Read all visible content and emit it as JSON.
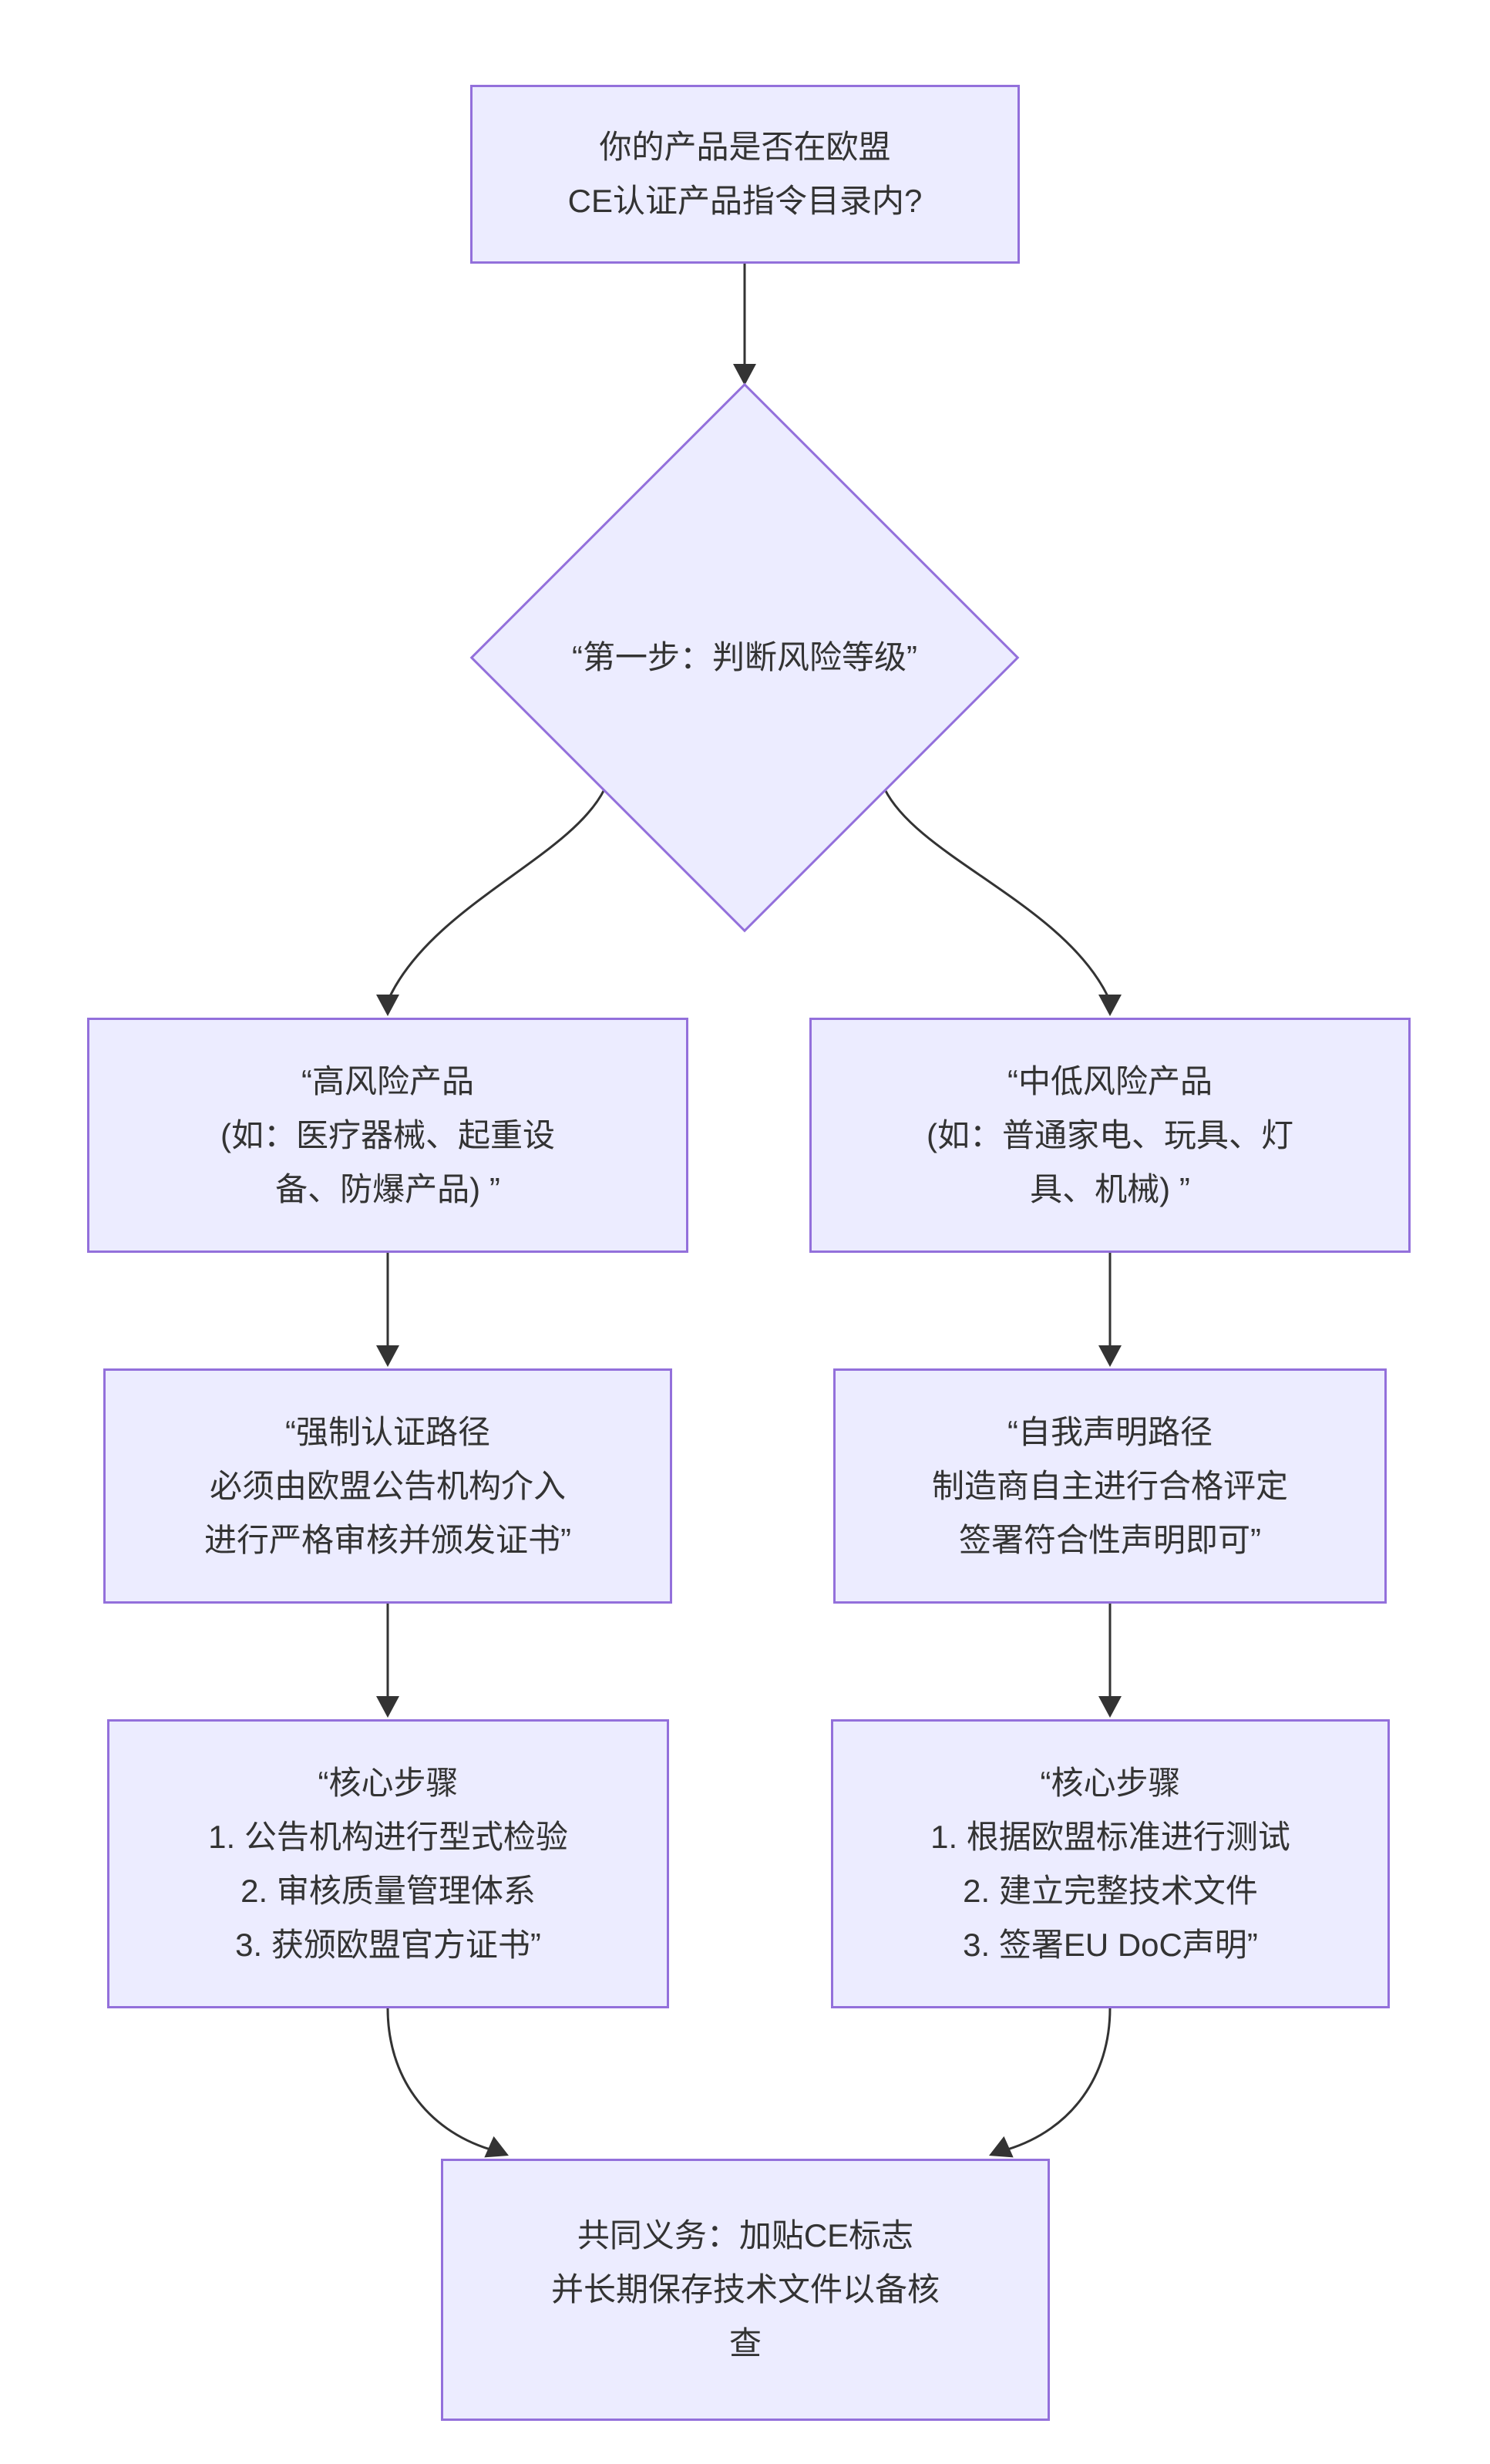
{
  "diagram": {
    "type": "flowchart",
    "colors": {
      "background": "#FFFFFF",
      "node_fill": "#ECECFF",
      "node_border": "#9370DB",
      "text": "#333333",
      "arrow": "#333333"
    },
    "nodes": {
      "start": {
        "shape": "rect",
        "lines": [
          "你的产品是否在欧盟",
          "CE认证产品指令目录内?"
        ]
      },
      "decision": {
        "shape": "diamond",
        "lines": [
          "“第一步：判断风险等级”"
        ]
      },
      "high_risk": {
        "shape": "rect",
        "lines": [
          "“高风险产品",
          "(如：医疗器械、起重设",
          "备、防爆产品) ”"
        ]
      },
      "mid_low_risk": {
        "shape": "rect",
        "lines": [
          "“中低风险产品",
          "(如：普通家电、玩具、灯",
          "具、机械) ”"
        ]
      },
      "mandatory_path": {
        "shape": "rect",
        "lines": [
          "“强制认证路径",
          "必须由欧盟公告机构介入",
          "进行严格审核并颁发证书”"
        ]
      },
      "self_declaration_path": {
        "shape": "rect",
        "lines": [
          "“自我声明路径",
          "制造商自主进行合格评定",
          "签署符合性声明即可”"
        ]
      },
      "steps_mandatory": {
        "shape": "rect",
        "lines": [
          "“核心步骤",
          "1. 公告机构进行型式检验",
          "2. 审核质量管理体系",
          "3. 获颁欧盟官方证书”"
        ]
      },
      "steps_self": {
        "shape": "rect",
        "lines": [
          "“核心步骤",
          "1. 根据欧盟标准进行测试",
          "2. 建立完整技术文件",
          "3. 签署EU DoC声明”"
        ]
      },
      "common_obligation": {
        "shape": "rect",
        "lines": [
          "共同义务：加贴CE标志",
          "并长期保存技术文件以备核",
          "查"
        ]
      }
    },
    "edges": [
      {
        "from": "start",
        "to": "decision"
      },
      {
        "from": "decision",
        "to": "high_risk"
      },
      {
        "from": "decision",
        "to": "mid_low_risk"
      },
      {
        "from": "high_risk",
        "to": "mandatory_path"
      },
      {
        "from": "mid_low_risk",
        "to": "self_declaration_path"
      },
      {
        "from": "mandatory_path",
        "to": "steps_mandatory"
      },
      {
        "from": "self_declaration_path",
        "to": "steps_self"
      },
      {
        "from": "steps_mandatory",
        "to": "common_obligation"
      },
      {
        "from": "steps_self",
        "to": "common_obligation"
      }
    ]
  }
}
